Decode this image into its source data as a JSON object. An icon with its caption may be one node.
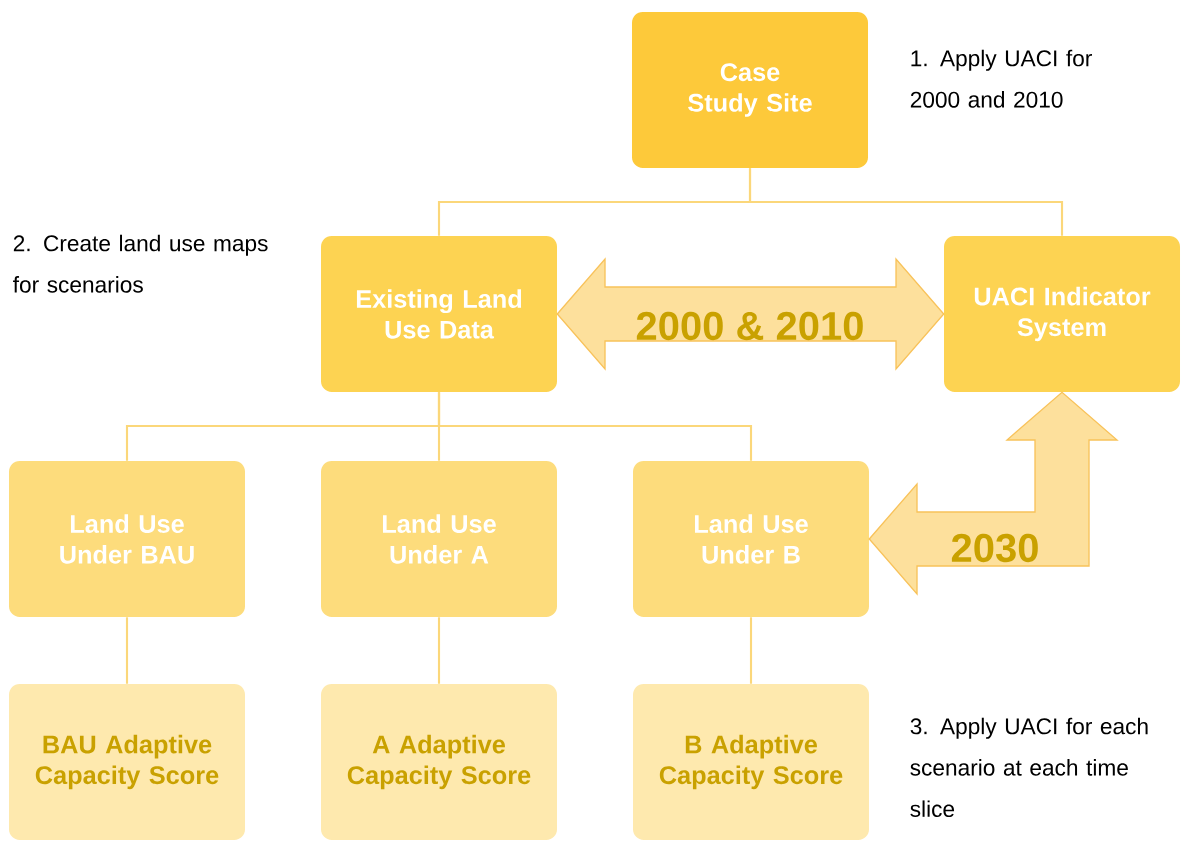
{
  "diagram": {
    "nodes": [
      {
        "text": [
          "Case Study Site"
        ]
      },
      {
        "text": [
          "Existing Land Use Data"
        ]
      },
      {
        "text": [
          "UACI Indicator System"
        ]
      },
      {
        "text": [
          "Land Use Under BAU"
        ]
      },
      {
        "text": [
          "Land Use Under A"
        ]
      },
      {
        "text": [
          "Land Use Under B"
        ]
      },
      {
        "text": [
          "BAU Adaptive Capacity Score"
        ]
      },
      {
        "text": [
          "A Adaptive Capacity Score"
        ]
      },
      {
        "text": [
          "B Adaptive Capacity Score"
        ]
      }
    ],
    "edges": [
      {
        "from": 0,
        "to": 1,
        "arrow": "none"
      },
      {
        "from": 0,
        "to": 2,
        "arrow": "none"
      },
      {
        "from": 1,
        "to": 2,
        "arrow": "both",
        "label": "2000 & 2010",
        "style": "thick"
      },
      {
        "from": 1,
        "to": 3,
        "arrow": "none"
      },
      {
        "from": 1,
        "to": 4,
        "arrow": "none"
      },
      {
        "from": 1,
        "to": 5,
        "arrow": "none"
      },
      {
        "from": 5,
        "to": 2,
        "arrow": "both",
        "label": "2030",
        "style": "thick"
      },
      {
        "from": 3,
        "to": 6,
        "arrow": "none"
      },
      {
        "from": 4,
        "to": 7,
        "arrow": "none"
      },
      {
        "from": 5,
        "to": 8,
        "arrow": "none"
      }
    ],
    "labels": [
      "1. Apply UACI for 2000 and 2010",
      "2. Create land use maps for scenarios",
      "3. Apply UACI for each scenario at each time slice"
    ]
  }
}
